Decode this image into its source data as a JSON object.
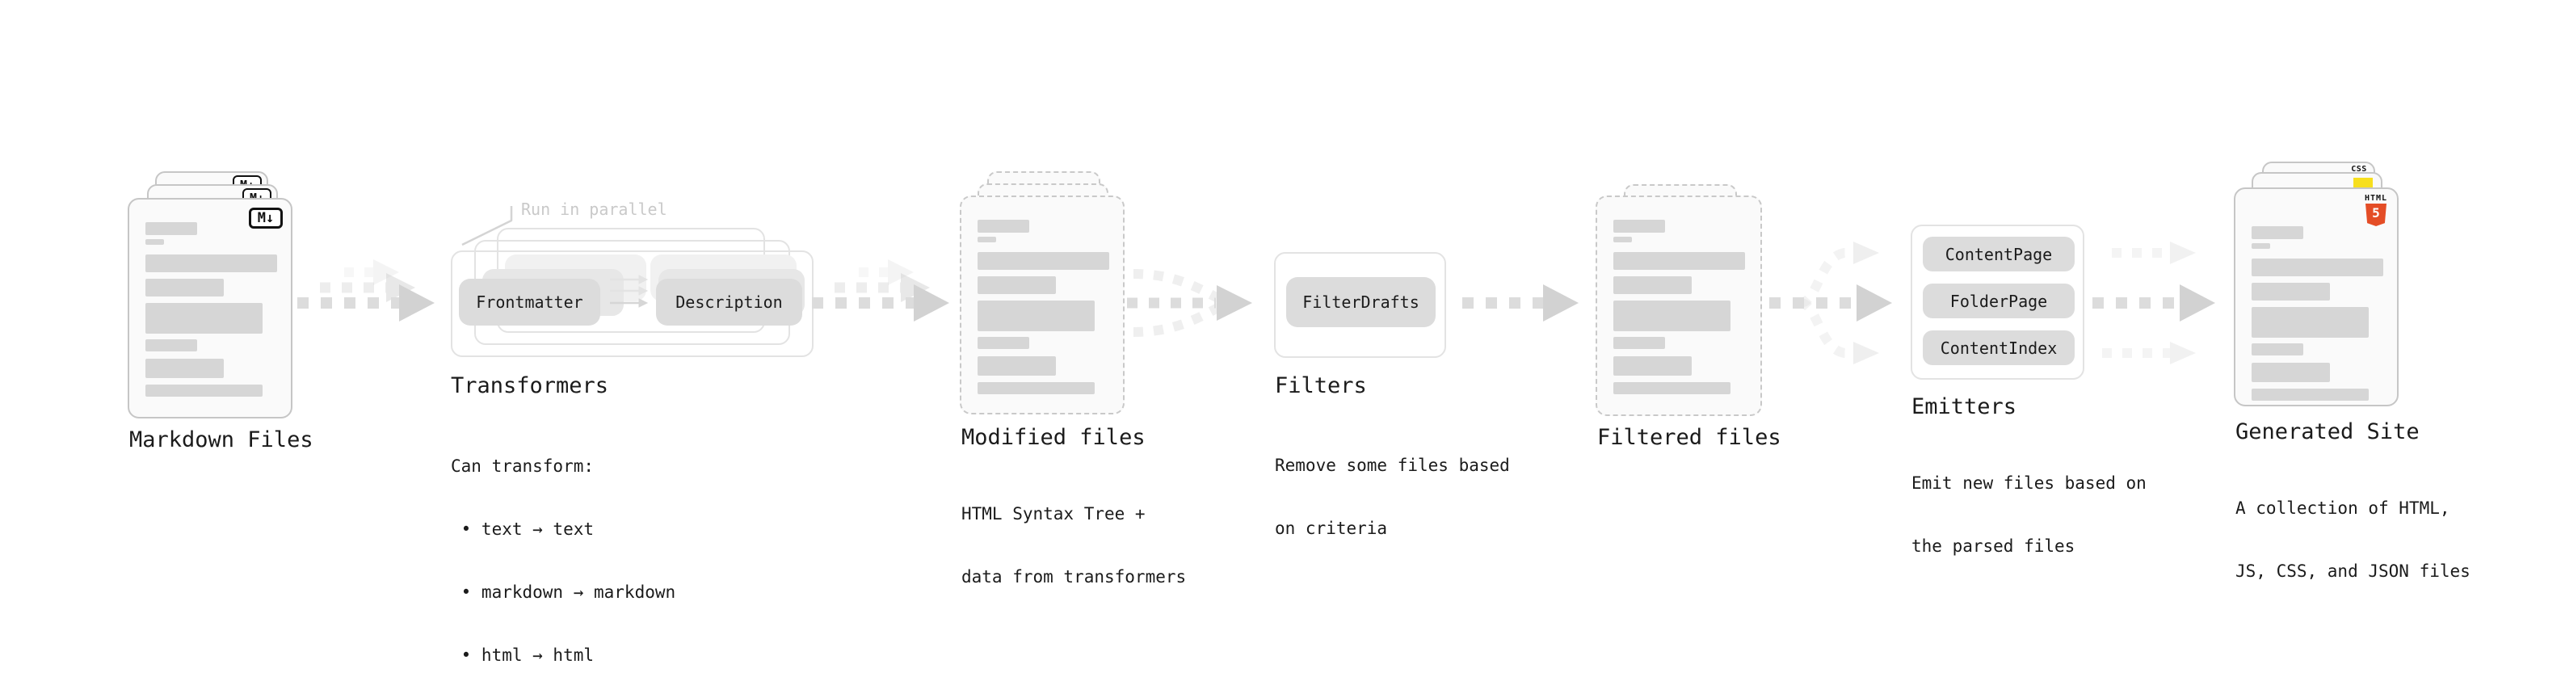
{
  "colors": {
    "text": "#1b1b1b",
    "muted_text": "#c9c9c9",
    "card_fill": "#fafafa",
    "card_border": "#c6c6c6",
    "dashed_border": "#c9c9c9",
    "group_border": "#e3e3e3",
    "pill_fill": "#dcdcdc",
    "bar_fill": "#d6d6d6",
    "arrow_dash": "#dcdcdc",
    "arrow_head": "#d2d2d2",
    "html5_orange": "#e44d26",
    "js_yellow": "#f7df1e",
    "css_blue": "#2965f1"
  },
  "nodes": {
    "markdown_files": {
      "label": "Markdown Files",
      "badge": "M↓"
    },
    "transformers": {
      "label": "Transformers",
      "callout": "Run in parallel",
      "pills": [
        "Frontmatter",
        "Description"
      ],
      "note_lines": [
        "Can transform:",
        " • text → text",
        " • markdown → markdown",
        " • html → html"
      ]
    },
    "modified_files": {
      "label": "Modified files",
      "note_lines": [
        "HTML Syntax Tree +",
        "data from transformers"
      ]
    },
    "filters": {
      "label": "Filters",
      "pill": "FilterDrafts",
      "note_lines": [
        "Remove some files based",
        "on criteria"
      ]
    },
    "filtered_files": {
      "label": "Filtered files"
    },
    "emitters": {
      "label": "Emitters",
      "pills": [
        "ContentPage",
        "FolderPage",
        "ContentIndex"
      ],
      "note_lines": [
        "Emit new files based on",
        "the parsed files"
      ]
    },
    "generated_site": {
      "label": "Generated Site",
      "badges": {
        "css": "CSS",
        "html_word": "HTML",
        "html_num": "5"
      },
      "note_lines": [
        "A collection of HTML,",
        "JS, CSS, and JSON files"
      ]
    }
  }
}
